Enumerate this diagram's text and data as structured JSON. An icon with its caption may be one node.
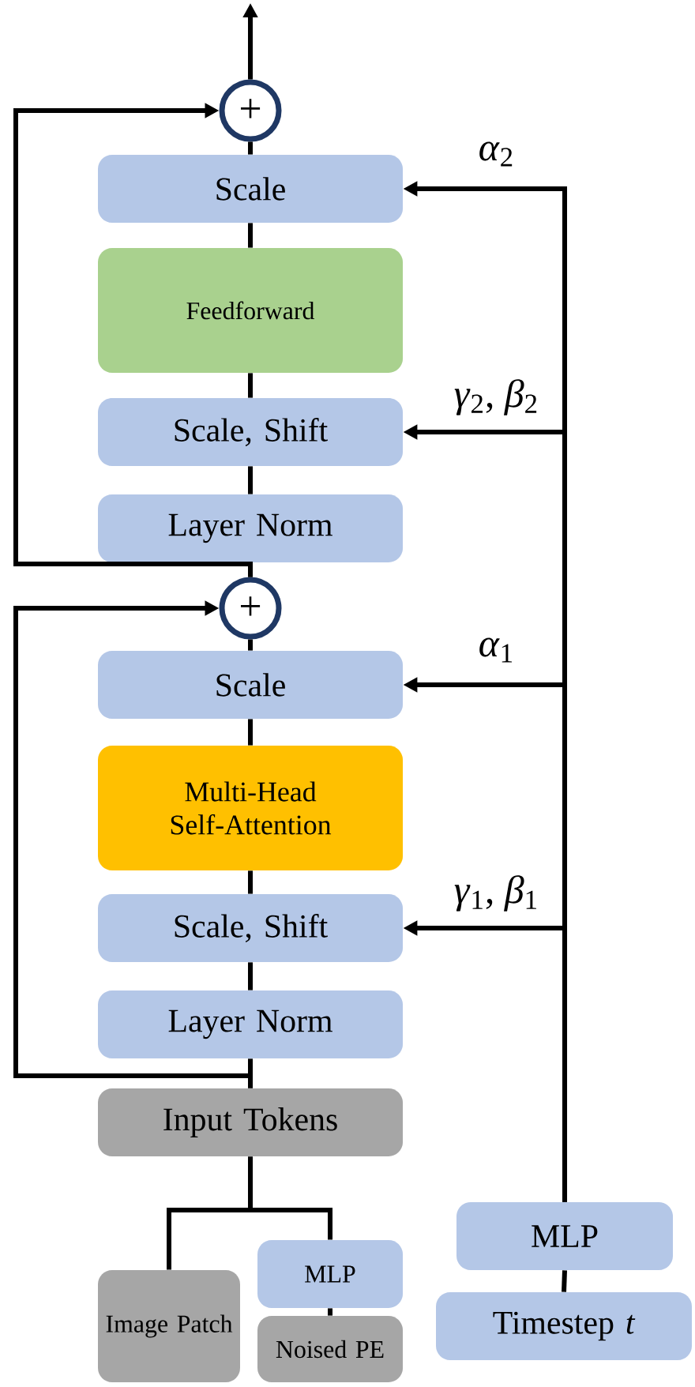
{
  "diagram": {
    "nodes": [
      {
        "text": [
          "+"
        ]
      },
      {
        "text": [
          "Scale"
        ]
      },
      {
        "text": [
          "Feedforward"
        ]
      },
      {
        "text": [
          "Scale, Shift"
        ]
      },
      {
        "text": [
          "Layer Norm"
        ]
      },
      {
        "text": [
          "+"
        ]
      },
      {
        "text": [
          "Scale"
        ]
      },
      {
        "text": [
          "Multi-Head Self-Attention"
        ]
      },
      {
        "text": [
          "Scale, Shift"
        ]
      },
      {
        "text": [
          "Layer Norm"
        ]
      },
      {
        "text": [
          "Input Tokens"
        ]
      },
      {
        "text": [
          "Image Patch"
        ]
      },
      {
        "text": [
          "MLP"
        ]
      },
      {
        "text": [
          "Noised PE"
        ]
      },
      {
        "text": [
          "MLP"
        ]
      },
      {
        "text": [
          "Timestep *t*"
        ]
      }
    ],
    "edges": [
      {
        "from": 0,
        "to": null,
        "arrow": "to"
      },
      {
        "from": 1,
        "to": 0,
        "arrow": "none"
      },
      {
        "from": 2,
        "to": 1,
        "arrow": "none"
      },
      {
        "from": 3,
        "to": 2,
        "arrow": "none"
      },
      {
        "from": 4,
        "to": 3,
        "arrow": "none"
      },
      {
        "from": 5,
        "to": 4,
        "arrow": "none"
      },
      {
        "from": 5,
        "to": 0,
        "arrow": "to"
      },
      {
        "from": 6,
        "to": 5,
        "arrow": "none"
      },
      {
        "from": 7,
        "to": 6,
        "arrow": "none"
      },
      {
        "from": 8,
        "to": 7,
        "arrow": "none"
      },
      {
        "from": 9,
        "to": 8,
        "arrow": "none"
      },
      {
        "from": 10,
        "to": 9,
        "arrow": "none"
      },
      {
        "from": 10,
        "to": 5,
        "arrow": "to"
      },
      {
        "from": 11,
        "to": 10,
        "arrow": "none"
      },
      {
        "from": 12,
        "to": 10,
        "arrow": "none"
      },
      {
        "from": 13,
        "to": 12,
        "arrow": "none"
      },
      {
        "from": 15,
        "to": 14,
        "arrow": "none"
      },
      {
        "from": 14,
        "to": 1,
        "arrow": "to",
        "label": "*α*$_{2}$"
      },
      {
        "from": 14,
        "to": 3,
        "arrow": "to",
        "label": "*γ*$_{2}$, *β*$_{2}$"
      },
      {
        "from": 14,
        "to": 6,
        "arrow": "to",
        "label": "*α*$_{1}$"
      },
      {
        "from": 14,
        "to": 8,
        "arrow": "to",
        "label": "*γ*$_{1}$, *β*$_{1}$"
      }
    ]
  }
}
